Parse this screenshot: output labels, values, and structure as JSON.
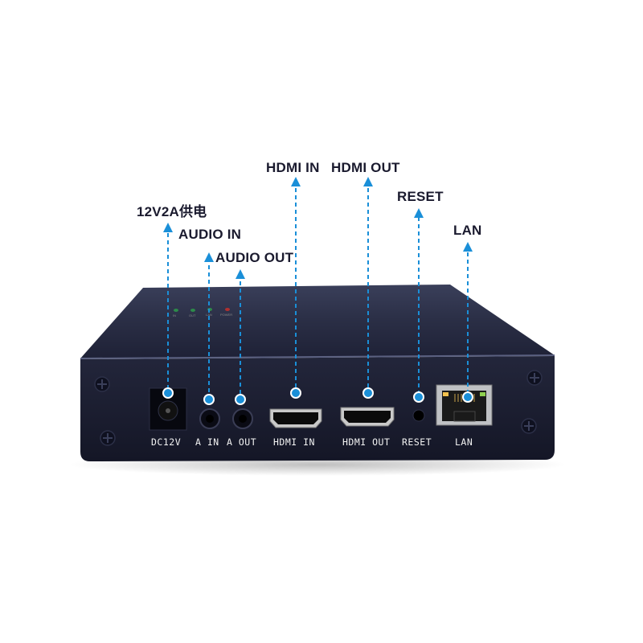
{
  "callouts": {
    "power": "12V2A供电",
    "audio_in": "AUDIO IN",
    "audio_out": "AUDIO OUT",
    "hdmi_in": "HDMI IN",
    "hdmi_out": "HDMI OUT",
    "reset": "RESET",
    "lan": "LAN"
  },
  "panel_labels": {
    "dc": "DC12V",
    "a_in": "A IN",
    "a_out": "A OUT",
    "hdmi_in": "HDMI IN",
    "hdmi_out": "HDMI OUT",
    "reset": "RESET",
    "lan": "LAN"
  },
  "leds": [
    "IN",
    "OUT",
    "LAN",
    "POWER"
  ],
  "colors": {
    "callout_arrow": "#1a8fd8",
    "device_body": "#1c1f33",
    "callout_text": "#1a1a2e",
    "panel_text": "#f2f2f2"
  },
  "icons": [
    "arrow-up-icon",
    "dc-jack-icon",
    "audio-jack-icon",
    "hdmi-port-icon",
    "reset-hole-icon",
    "rj45-port-icon",
    "screw-icon"
  ]
}
